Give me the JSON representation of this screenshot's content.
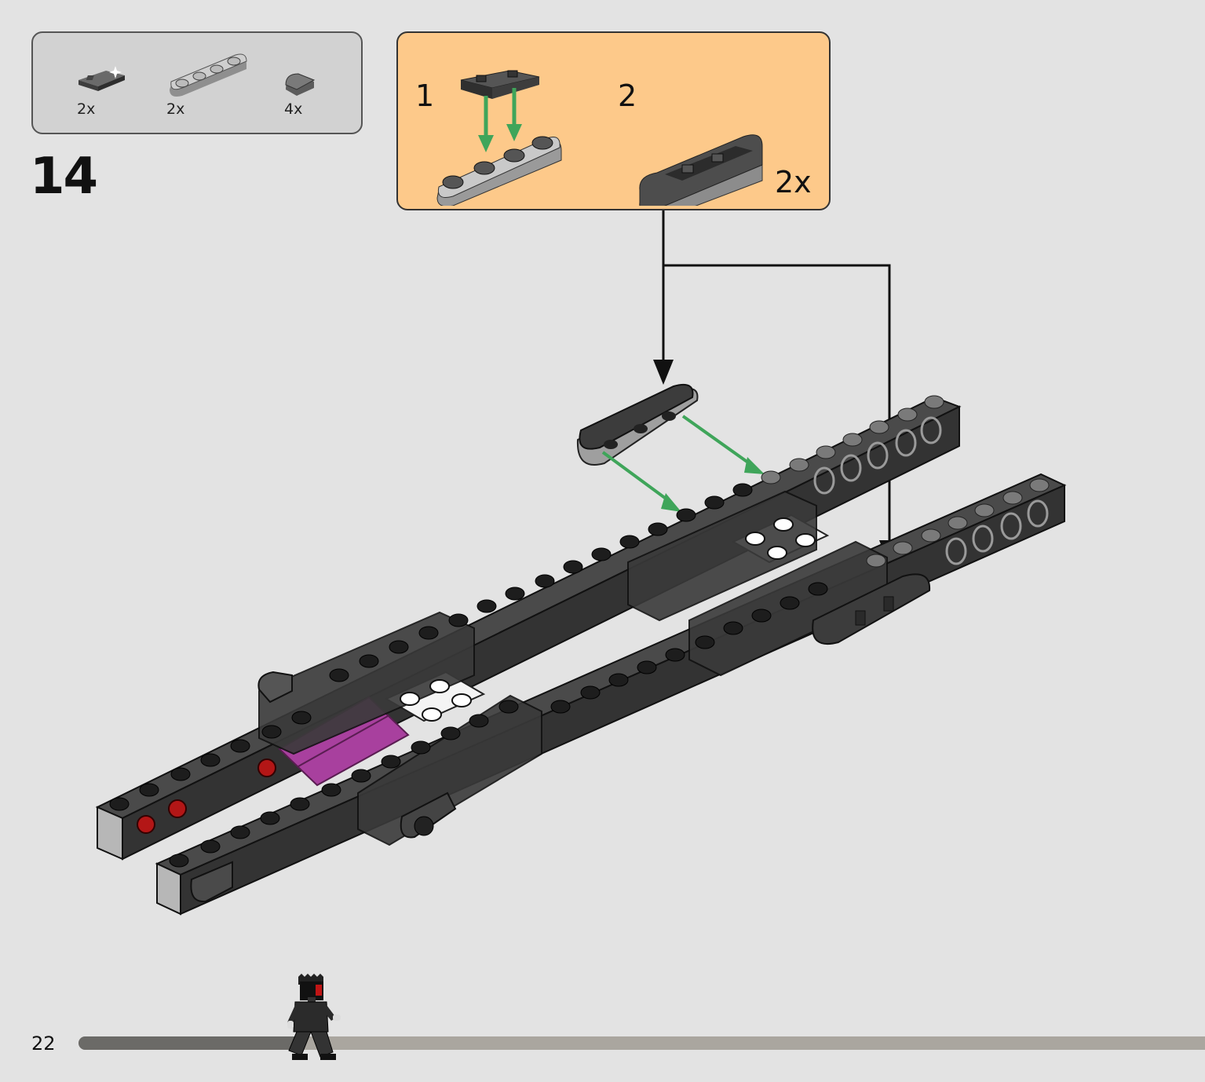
{
  "parts_list": [
    {
      "name": "tile-1x2-with-grille",
      "qty": "2x",
      "color": "#4a4a4a"
    },
    {
      "name": "plate-1x4-rounded",
      "qty": "2x",
      "color": "#a8a8a8"
    },
    {
      "name": "tile-round-1x1",
      "qty": "4x",
      "color": "#555555"
    }
  ],
  "step": {
    "number": "14"
  },
  "subassembly": {
    "steps": [
      {
        "label": "1"
      },
      {
        "label": "2"
      }
    ],
    "multiplier": "2x",
    "background": "#fdc98a"
  },
  "page": {
    "number": "22"
  },
  "progress": {
    "fraction": 0.2
  },
  "colors": {
    "arrow_green": "#3fa55a",
    "brick_dark": "#3a3a3a",
    "brick_light": "#b4b4b4",
    "magenta": "#a8409e"
  }
}
